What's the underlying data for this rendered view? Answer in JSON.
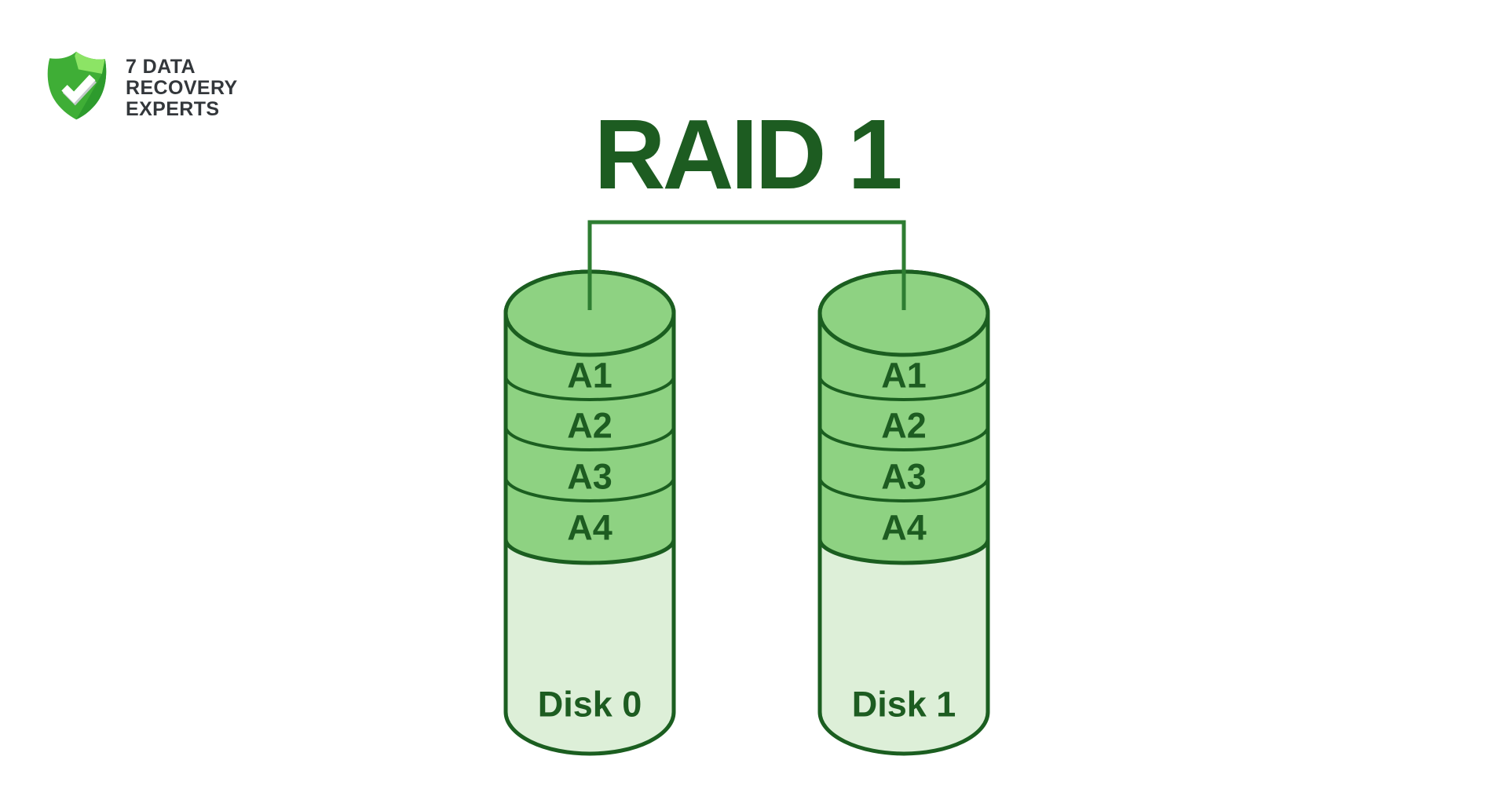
{
  "logo": {
    "icon": "shield-check-icon",
    "lines": [
      "7 DATA",
      "RECOVERY",
      "EXPERTS"
    ]
  },
  "title": "RAID 1",
  "disks": [
    {
      "name": "Disk 0",
      "blocks": [
        "A1",
        "A2",
        "A3",
        "A4"
      ]
    },
    {
      "name": "Disk 1",
      "blocks": [
        "A1",
        "A2",
        "A3",
        "A4"
      ]
    }
  ],
  "colors": {
    "background": "#ffffff",
    "block-green": "#8ed282",
    "body-light": "#ddefd8",
    "outline-green": "#1b5e20",
    "text-green": "#1d5c21",
    "connector-green": "#2e7d32",
    "logo-text": "#33373b",
    "shield-green": "#3fae36",
    "shield-light": "#8ce465",
    "shield-dark": "#2d9b2d",
    "check-white": "#ffffff",
    "check-shadow": "#c2c8ca"
  }
}
